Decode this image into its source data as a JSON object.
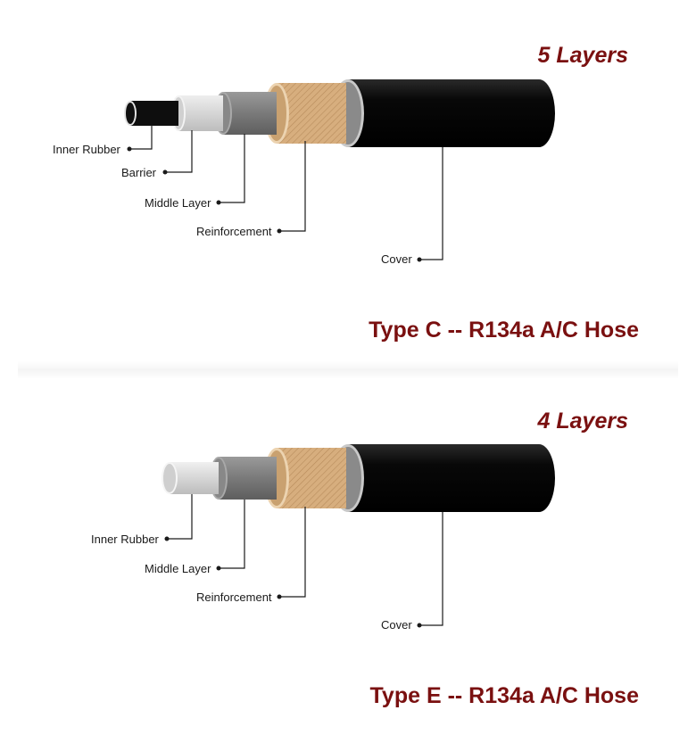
{
  "panels": [
    {
      "layers_title": "5 Layers",
      "type_title": "Type C -- R134a A/C Hose",
      "labels": [
        "Inner Rubber",
        "Barrier",
        "Middle Layer",
        "Reinforcement",
        "Cover"
      ]
    },
    {
      "layers_title": "4 Layers",
      "type_title": "Type E -- R134a A/C Hose",
      "labels": [
        "Inner Rubber",
        "Middle Layer",
        "Reinforcement",
        "Cover"
      ]
    }
  ],
  "colors": {
    "title": "#7a1010",
    "cover": "#060606",
    "reinforcement": "#d9b183",
    "middle_layer": "#7d7d7d",
    "barrier": "#d8d8d8",
    "inner_rubber": "#111111",
    "inner_rubber_type_e": "#dcdcdc"
  }
}
